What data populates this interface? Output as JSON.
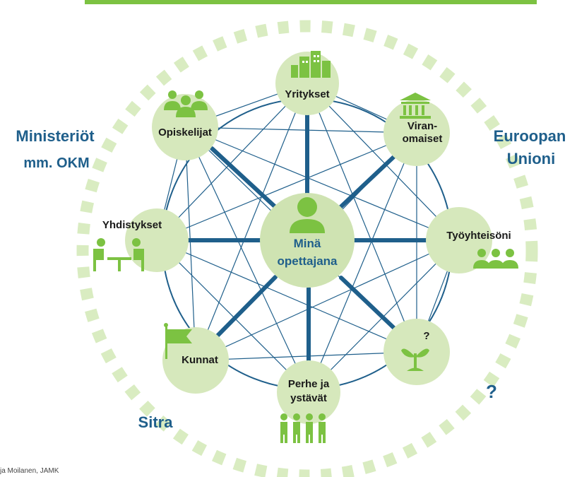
{
  "center": {
    "line1": "Minä",
    "line2": "opettajana"
  },
  "nodes": {
    "yritykset": "Yritykset",
    "viranomaiset_1": "Viran-",
    "viranomaiset_2": "omaiset",
    "tyoyhteisoni": "Työyhteisöni",
    "unknown": "?",
    "perhe_1": "Perhe ja",
    "perhe_2": "ystävät",
    "kunnat": "Kunnat",
    "yhdistykset": "Yhdistykset",
    "opiskelijat": "Opiskelijat"
  },
  "outer": {
    "ministeriot_1": "Ministeriöt",
    "ministeriot_2": "mm. OKM",
    "eu_1": "Euroopan",
    "eu_2": "Unioni",
    "sitra": "Sitra",
    "question": "?"
  },
  "credit": "ja Moilanen, JAMK",
  "colors": {
    "line": "#1f5f8b",
    "node": "#d6e8bc",
    "icon": "#7cc242",
    "dash": "#d9ecc1",
    "center": "#cfe3b2"
  }
}
